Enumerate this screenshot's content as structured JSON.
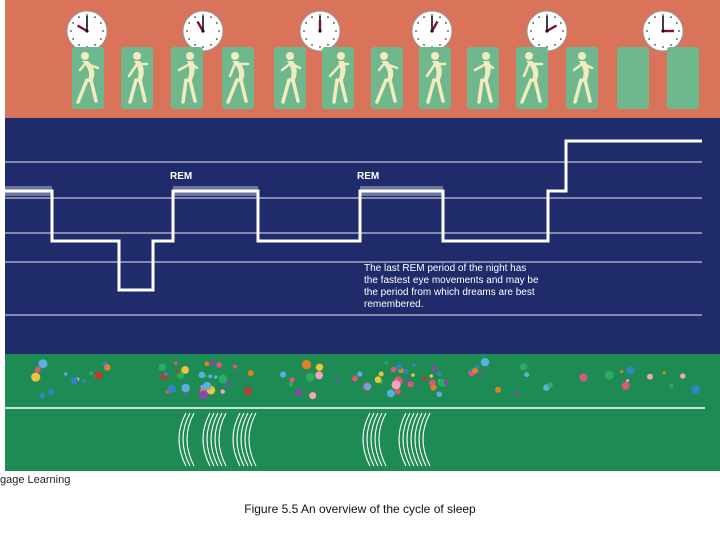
{
  "colors": {
    "top_band": "#d9735a",
    "middle_band": "#1f2b6b",
    "bottom_band": "#1f8b54",
    "panel": "#6fb88d",
    "figure": "#f1ecc0",
    "line": "#ffffff",
    "dots": [
      "#e0557a",
      "#f0c23b",
      "#2e86c1",
      "#8e44ad",
      "#e67e22",
      "#c0392b",
      "#27ae60",
      "#f5a3b5",
      "#5dade2"
    ]
  },
  "icons": {
    "clock": "clock-icon",
    "sleeper": "sleeping-person-icon"
  },
  "clocks": [
    {
      "hour": 10,
      "minute": 0
    },
    {
      "hour": 11,
      "minute": 0
    },
    {
      "hour": 12,
      "minute": 0
    },
    {
      "hour": 1,
      "minute": 0
    },
    {
      "hour": 2,
      "minute": 0
    },
    {
      "hour": 3,
      "minute": 0
    }
  ],
  "hypnogram": {
    "rem_label_1": "REM",
    "rem_label_2": "REM",
    "note": [
      "The last REM period of the night has",
      "the fastest eye movements and may be",
      "the period from which dreams are best",
      "remembered."
    ]
  },
  "credit": "gage Learning",
  "caption": "Figure 5.5  An overview of the cycle of sleep"
}
